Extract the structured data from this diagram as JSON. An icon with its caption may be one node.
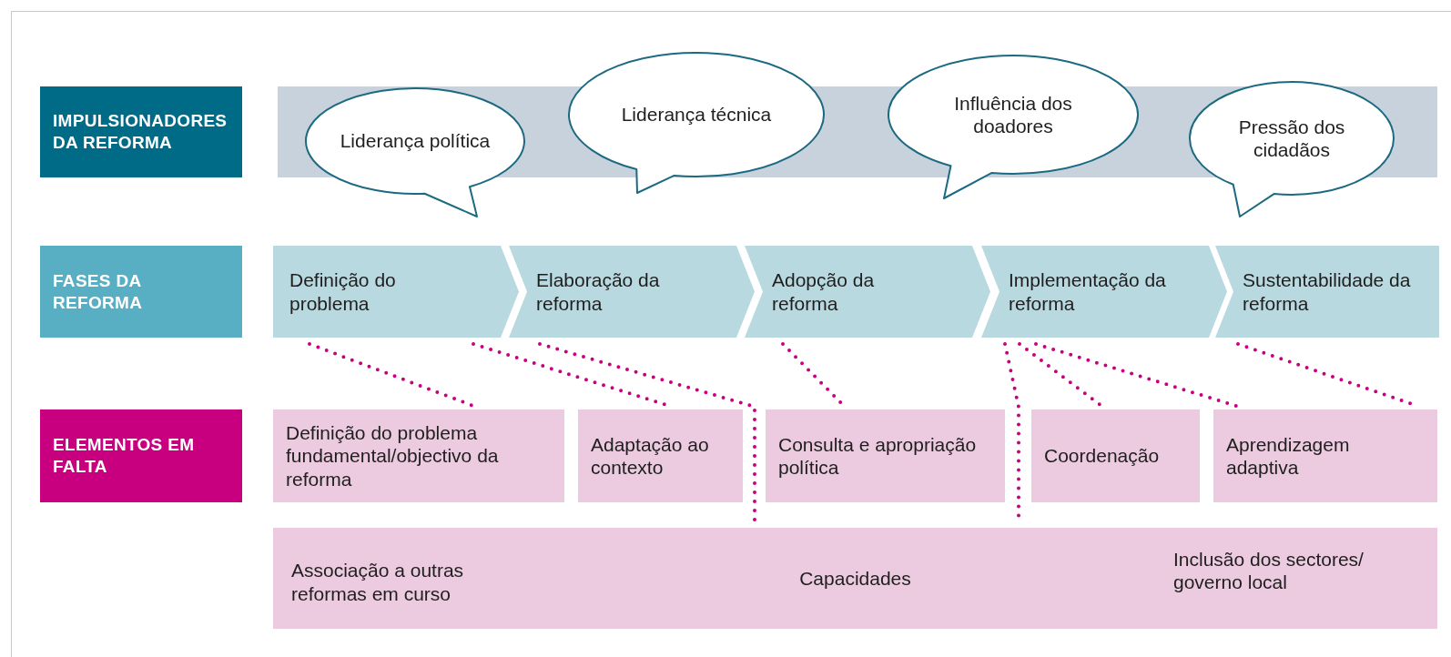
{
  "diagram": {
    "nodes": [
      {
        "text": [
          "IMPULSIONADORES DA REFORMA"
        ]
      },
      {
        "text": [
          "Liderança política"
        ]
      },
      {
        "text": [
          "Liderança técnica"
        ]
      },
      {
        "text": [
          "Influência dos doadores"
        ]
      },
      {
        "text": [
          "Pressão dos cidadãos"
        ]
      },
      {
        "text": [
          "FASES DA REFORMA"
        ]
      },
      {
        "text": [
          "Definição do problema"
        ]
      },
      {
        "text": [
          "Elaboração da reforma"
        ]
      },
      {
        "text": [
          "Adopção da reforma"
        ]
      },
      {
        "text": [
          "Implementação da reforma"
        ]
      },
      {
        "text": [
          "Sustentabilidade da reforma"
        ]
      },
      {
        "text": [
          "ELEMENTOS EM FALTA"
        ]
      },
      {
        "text": [
          "Definição do problema fundamental/objectivo da reforma"
        ]
      },
      {
        "text": [
          "Adaptação ao contexto"
        ]
      },
      {
        "text": [
          "Consulta e apropriação política"
        ]
      },
      {
        "text": [
          "Coordenação"
        ]
      },
      {
        "text": [
          "Aprendizagem adaptiva"
        ]
      },
      {
        "text": [
          "Associação a outras reformas em curso",
          "Capacidades",
          "Inclusão dos sectores/ governo local"
        ]
      }
    ],
    "edges": [
      {
        "from": 6,
        "to": 12,
        "arrow": "none"
      },
      {
        "from": 6,
        "to": 13,
        "arrow": "none"
      },
      {
        "from": 7,
        "to": 17,
        "arrow": "none"
      },
      {
        "from": 8,
        "to": 14,
        "arrow": "none"
      },
      {
        "from": 9,
        "to": 17,
        "arrow": "none"
      },
      {
        "from": 9,
        "to": 15,
        "arrow": "none"
      },
      {
        "from": 9,
        "to": 16,
        "arrow": "none"
      },
      {
        "from": 10,
        "to": 16,
        "arrow": "none"
      }
    ]
  }
}
